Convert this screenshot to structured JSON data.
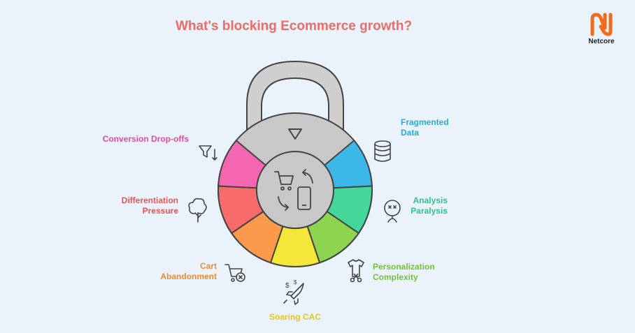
{
  "title": "What's blocking Ecommerce growth?",
  "brand": {
    "name": "Netcore",
    "color": "#f26b1d"
  },
  "segments": [
    {
      "label": "Fragmented Data",
      "color": "#3bb8e8",
      "text_color": "#29a9dc",
      "icon": "database-icon"
    },
    {
      "label": "Analysis Paralysis",
      "color": "#45d69a",
      "text_color": "#31c08a",
      "icon": "confused-person-icon"
    },
    {
      "label": "Personalization Complexity",
      "color": "#8fd450",
      "text_color": "#76bf3a",
      "icon": "tshirt-scissors-icon"
    },
    {
      "label": "Soaring CAC",
      "color": "#f5e63a",
      "text_color": "#e2c51e",
      "icon": "rocket-icon"
    },
    {
      "label": "Cart Abandonment",
      "color": "#fb9a4b",
      "text_color": "#f28a33",
      "icon": "cart-remove-icon"
    },
    {
      "label": "Differentiation Pressure",
      "color": "#f76b6b",
      "text_color": "#e95353",
      "icon": "tree-icon"
    },
    {
      "label": "Conversion Drop-offs",
      "color": "#f466b0",
      "text_color": "#e24aa0",
      "icon": "funnel-down-icon"
    }
  ],
  "lock": {
    "body_color": "#c8c8c8",
    "shackle_color": "#cfcfcf",
    "stroke_color": "#444444"
  },
  "center_icons": [
    "shopping-cart-icon",
    "mobile-phone-icon",
    "cycle-arrows-icon"
  ]
}
